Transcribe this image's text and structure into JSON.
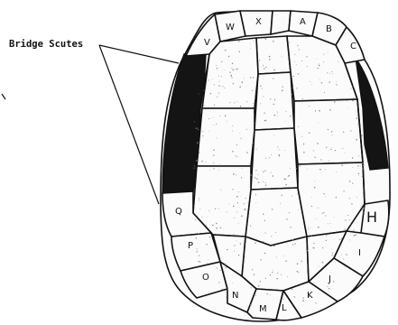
{
  "annotation": {
    "title": "Bridge Scutes"
  },
  "scute_labels": {
    "W": "W",
    "X": "X",
    "A": "A",
    "B": "B",
    "V": "V",
    "C": "C",
    "Q": "Q",
    "H": "H",
    "P": "P",
    "I": "I",
    "O": "O",
    "J": "J",
    "N": "N",
    "K": "K",
    "M": "M",
    "L": "L"
  }
}
